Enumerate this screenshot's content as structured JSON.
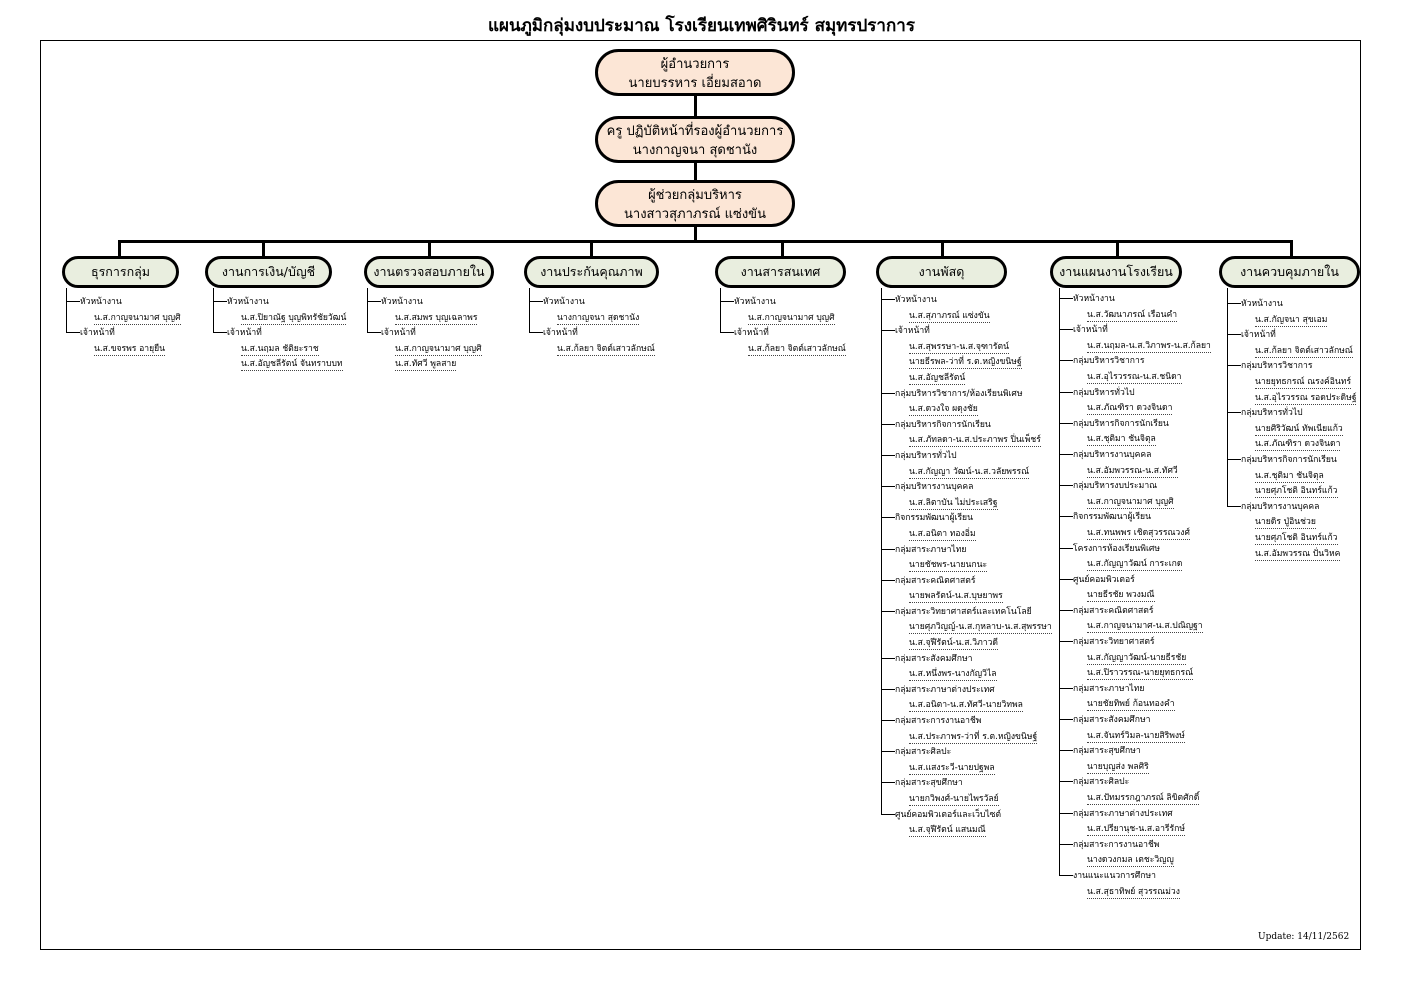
{
  "title": "แผนภูมิกลุ่มงบประมาณ โรงเรียนเทพศิรินทร์ สมุทรปราการ",
  "executives": [
    {
      "role": "ผู้อำนวยการ",
      "name": "นายบรรหาร เอี่ยมสอาด"
    },
    {
      "role": "ครู ปฏิบัติหน้าที่รองผู้อำนวยการ",
      "name": "นางกาญจนา สุดชานัง"
    },
    {
      "role": "ผู้ช่วยกลุ่มบริหาร",
      "name": "นางสาวสุภาภรณ์ แซ่งขัน"
    }
  ],
  "departments": [
    {
      "label": "ธุรการกลุ่ม",
      "items": [
        {
          "t": "หัวหน้างาน",
          "k": "h"
        },
        {
          "t": "น.ส.กาญจนามาศ บุญศิ",
          "k": "u"
        },
        {
          "t": "เจ้าหน้าที่",
          "k": "h"
        },
        {
          "t": "น.ส.ขจรพร อายุยืน",
          "k": "u"
        }
      ]
    },
    {
      "label": "งานการเงิน/บัญชี",
      "items": [
        {
          "t": "หัวหน้างาน",
          "k": "h"
        },
        {
          "t": "น.ส.ปิยาณัฐ บุญพิทรัชัยวัฒน์",
          "k": "u"
        },
        {
          "t": "เจ้าหน้าที่",
          "k": "h"
        },
        {
          "t": "น.ส.นฤมล ชัติยะราช",
          "k": "u"
        },
        {
          "t": "น.ส.อัญชลีรัตน์ จันทราบบท",
          "k": "u"
        }
      ]
    },
    {
      "label": "งานตรวจสอบภายใน",
      "items": [
        {
          "t": "หัวหน้างาน",
          "k": "h"
        },
        {
          "t": "น.ส.สมพร บุญเฉลาพร",
          "k": "u"
        },
        {
          "t": "เจ้าหน้าที่",
          "k": "h"
        },
        {
          "t": "น.ส.กาญจนามาศ บุญศิ",
          "k": "u"
        },
        {
          "t": "น.ส.ทัศวี พูลสาย",
          "k": "u"
        }
      ]
    },
    {
      "label": "งานประกันคุณภาพ",
      "items": [
        {
          "t": "หัวหน้างาน",
          "k": "h"
        },
        {
          "t": "นางกาญจนา สุดชานัง",
          "k": "u"
        },
        {
          "t": "เจ้าหน้าที่",
          "k": "h"
        },
        {
          "t": "น.ส.ก้ลยา จิตต์เสาวลักษณ์",
          "k": "u"
        }
      ]
    },
    {
      "label": "งานสารสนเทศ",
      "items": [
        {
          "t": "หัวหน้างาน",
          "k": "h"
        },
        {
          "t": "น.ส.กาญจนามาศ บุญศิ",
          "k": "u"
        },
        {
          "t": "เจ้าหน้าที่",
          "k": "h"
        },
        {
          "t": "น.ส.ก้ลยา จิตต์เสาวลักษณ์",
          "k": "u"
        }
      ]
    },
    {
      "label": "งานพัสดุ",
      "items": [
        {
          "t": "หัวหน้างาน",
          "k": "h"
        },
        {
          "t": "น.ส.สุภาภรณ์ แซ่งขัน",
          "k": "u"
        },
        {
          "t": "เจ้าหน้าที่",
          "k": "h"
        },
        {
          "t": "น.ส.สุพรรษา-น.ส.จุฑารัตน์",
          "k": "u"
        },
        {
          "t": "นายธีรพล-ว่าที่ ร.ต.หญิงขนิษฐ์",
          "k": "u"
        },
        {
          "t": "น.ส.อัญชลีรัตน์",
          "k": "u"
        },
        {
          "t": "กลุ่มบริหารวิชาการ/ห้องเรียนพิเศษ",
          "k": "h"
        },
        {
          "t": "น.ส.ดวงใจ ผดุงชัย",
          "k": "u"
        },
        {
          "t": "กลุ่มบริหารกิจการนักเรียน",
          "k": "h"
        },
        {
          "t": "น.ส.ภัทลดา-น.ส.ประภาพร ปิ่นเพ็ชร์",
          "k": "u"
        },
        {
          "t": "กลุ่มบริหารทั่วไป",
          "k": "h"
        },
        {
          "t": "น.ส.กัญญา วัฒน์-น.ส.วลัยพรรณ์",
          "k": "u"
        },
        {
          "t": "กลุ่มบริหารงานบุคคล",
          "k": "h"
        },
        {
          "t": "น.ส.ลิตาบัน ไม่ประเสริฐ",
          "k": "u"
        },
        {
          "t": "กิจกรรมพัฒนาผู้เรียน",
          "k": "h"
        },
        {
          "t": "น.ส.อนิตา ทองอิ่ม",
          "k": "u"
        },
        {
          "t": "กลุ่มสาระภาษาไทย",
          "k": "h"
        },
        {
          "t": "นายชัชพร-นายนกนะ",
          "k": "u"
        },
        {
          "t": "กลุ่มสาระคณิตศาสตร์",
          "k": "h"
        },
        {
          "t": "นายพลรัตน์-น.ส.บุษยาพร",
          "k": "u"
        },
        {
          "t": "กลุ่มสาระวิทยาศาสตร์และเทคโนโลยี",
          "k": "h"
        },
        {
          "t": "นายศุภวิญญ์-น.ส.กุหลาบ-น.ส.สุพรรษา",
          "k": "u"
        },
        {
          "t": "น.ส.จุฬีรัตน์-น.ส.วิภาวดี",
          "k": "u"
        },
        {
          "t": "กลุ่มสาระสังคมศึกษา",
          "k": "h"
        },
        {
          "t": "น.ส.หนึ่งพร-นางกัญวิไล",
          "k": "u"
        },
        {
          "t": "กลุ่มสาระภาษาต่างประเทศ",
          "k": "h"
        },
        {
          "t": "น.ส.อนิตา-น.ส.ทัศวี-นายวิทพล",
          "k": "u"
        },
        {
          "t": "กลุ่มสาระการงานอาชีพ",
          "k": "h"
        },
        {
          "t": "น.ส.ประภาพร-ว่าที่ ร.ต.หญิงขนิษฐ์",
          "k": "u"
        },
        {
          "t": "กลุ่มสาระศิลปะ",
          "k": "h"
        },
        {
          "t": "น.ส.แสงระวี-นายปฐพล",
          "k": "u"
        },
        {
          "t": "กลุ่มสาระสุขศึกษา",
          "k": "h"
        },
        {
          "t": "นายกวิพงศ์-นายไพรวัลย์",
          "k": "u"
        },
        {
          "t": "ศูนย์คอมพิวเตอร์และเว็บไซต์",
          "k": "h"
        },
        {
          "t": "น.ส.จุฬีรัตน์ แสนมณี",
          "k": "u"
        }
      ]
    },
    {
      "label": "งานแผนงานโรงเรียน",
      "items": [
        {
          "t": "หัวหน้างาน",
          "k": "h"
        },
        {
          "t": "น.ส.วัฒนาภรณ์ เรือนคำ",
          "k": "u"
        },
        {
          "t": "เจ้าหน้าที่",
          "k": "h"
        },
        {
          "t": "น.ส.นฤมล-น.ส.วิภาพร-น.ส.ก้ลยา",
          "k": "u"
        },
        {
          "t": "กลุ่มบริหารวิชาการ",
          "k": "h"
        },
        {
          "t": "น.ส.อุไรวรรณ-น.ส.ชนิดา",
          "k": "u"
        },
        {
          "t": "กลุ่มบริหารทั่วไป",
          "k": "h"
        },
        {
          "t": "น.ส.ภัณฑิรา ดวงจินดา",
          "k": "u"
        },
        {
          "t": "กลุ่มบริหารกิจการนักเรียน",
          "k": "h"
        },
        {
          "t": "น.ส.ชุติมา ชันจิตุล",
          "k": "u"
        },
        {
          "t": "กลุ่มบริหารงานบุคคล",
          "k": "h"
        },
        {
          "t": "น.ส.อัมพวรรณ-น.ส.ทัศวี",
          "k": "u"
        },
        {
          "t": "กลุ่มบริหารงบประมาณ",
          "k": "h"
        },
        {
          "t": "น.ส.กาญจนามาศ บุญศิ",
          "k": "u"
        },
        {
          "t": "กิจกรรมพัฒนาผู้เรียน",
          "k": "h"
        },
        {
          "t": "น.ส.ทนพพร เชิดสุวรรณวงศ์",
          "k": "u"
        },
        {
          "t": "โครงการห้องเรียนพิเศษ",
          "k": "h"
        },
        {
          "t": "น.ส.กัญญาวัฒน์ การะเกด",
          "k": "u"
        },
        {
          "t": "ศูนย์คอมพิวเตอร์",
          "k": "h"
        },
        {
          "t": "นายธีรชัย พวงมณี",
          "k": "u"
        },
        {
          "t": "กลุ่มสาระคณิตศาสตร์",
          "k": "h"
        },
        {
          "t": "น.ส.กาญจนามาศ-น.ส.ปณิญฐา",
          "k": "u"
        },
        {
          "t": "กลุ่มสาระวิทยาศาสตร์",
          "k": "h"
        },
        {
          "t": "น.ส.กัญญาวัฒน์-นายธีรชัย",
          "k": "u"
        },
        {
          "t": "น.ส.ปิราวรรณ-นายยุทธกรณ์",
          "k": "u"
        },
        {
          "t": "กลุ่มสาระภาษาไทย",
          "k": "h"
        },
        {
          "t": "นายชัยทิพย์ ก้อนทองคำ",
          "k": "u"
        },
        {
          "t": "กลุ่มสาระสังคมศึกษา",
          "k": "h"
        },
        {
          "t": "น.ส.จันทร์วิมล-นายสิริพงษ์",
          "k": "u"
        },
        {
          "t": "กลุ่มสาระสุขศึกษา",
          "k": "h"
        },
        {
          "t": "นายบุญส่ง พลศิริ",
          "k": "u"
        },
        {
          "t": "กลุ่มสาระศิลปะ",
          "k": "h"
        },
        {
          "t": "น.ส.ปัทมรรกฎาภรณ์ ลิขิตศักดิ์",
          "k": "u"
        },
        {
          "t": "กลุ่มสาระภาษาต่างประเทศ",
          "k": "h"
        },
        {
          "t": "น.ส.ปรียานุช-น.ส.อารีรักษ์",
          "k": "u"
        },
        {
          "t": "กลุ่มสาระการงานอาชีพ",
          "k": "h"
        },
        {
          "t": "นางดวงกมล เตชะวิญญู",
          "k": "u"
        },
        {
          "t": "งานแนะแนวการศึกษา",
          "k": "h"
        },
        {
          "t": "น.ส.สุธาทิพย์ สุวรรณม่วง",
          "k": "u"
        }
      ]
    },
    {
      "label": "งานควบคุมภายใน",
      "items": [
        {
          "t": "หัวหน้างาน",
          "k": "h"
        },
        {
          "t": "น.ส.กัญจนา สุขเอม",
          "k": "u"
        },
        {
          "t": "เจ้าหน้าที่",
          "k": "h"
        },
        {
          "t": "น.ส.ก้ลยา จิตต์เสาวลักษณ์",
          "k": "u"
        },
        {
          "t": "กลุ่มบริหารวิชาการ",
          "k": "h"
        },
        {
          "t": "นายยุทธกรณ์ ณรงค์อินทร์",
          "k": "u"
        },
        {
          "t": "น.ส.อุไรวรรณ รอดประดิษฐ์",
          "k": "u"
        },
        {
          "t": "กลุ่มบริหารทั่วไป",
          "k": "h"
        },
        {
          "t": "นายศิริวัฒน์ ทัพเนียแก้ว",
          "k": "u"
        },
        {
          "t": "น.ส.ภัณฑิรา ดวงจินดา",
          "k": "u"
        },
        {
          "t": "กลุ่มบริหารกิจการนักเรียน",
          "k": "h"
        },
        {
          "t": "น.ส.ชุติมา ชันจิตุล",
          "k": "u"
        },
        {
          "t": "นายศุภโชติ อินทร์แก้ว",
          "k": "u"
        },
        {
          "t": "กลุ่มบริหารงานบุคคล",
          "k": "h"
        },
        {
          "t": "นายดิร ปู่อินช่วย",
          "k": "u"
        },
        {
          "t": "นายศุภโชติ อินทร์แก้ว",
          "k": "u"
        },
        {
          "t": "น.ส.อัมพวรรณ ปั่นวิหค",
          "k": "u"
        }
      ]
    }
  ],
  "update_note": "Update: 14/11/2562"
}
